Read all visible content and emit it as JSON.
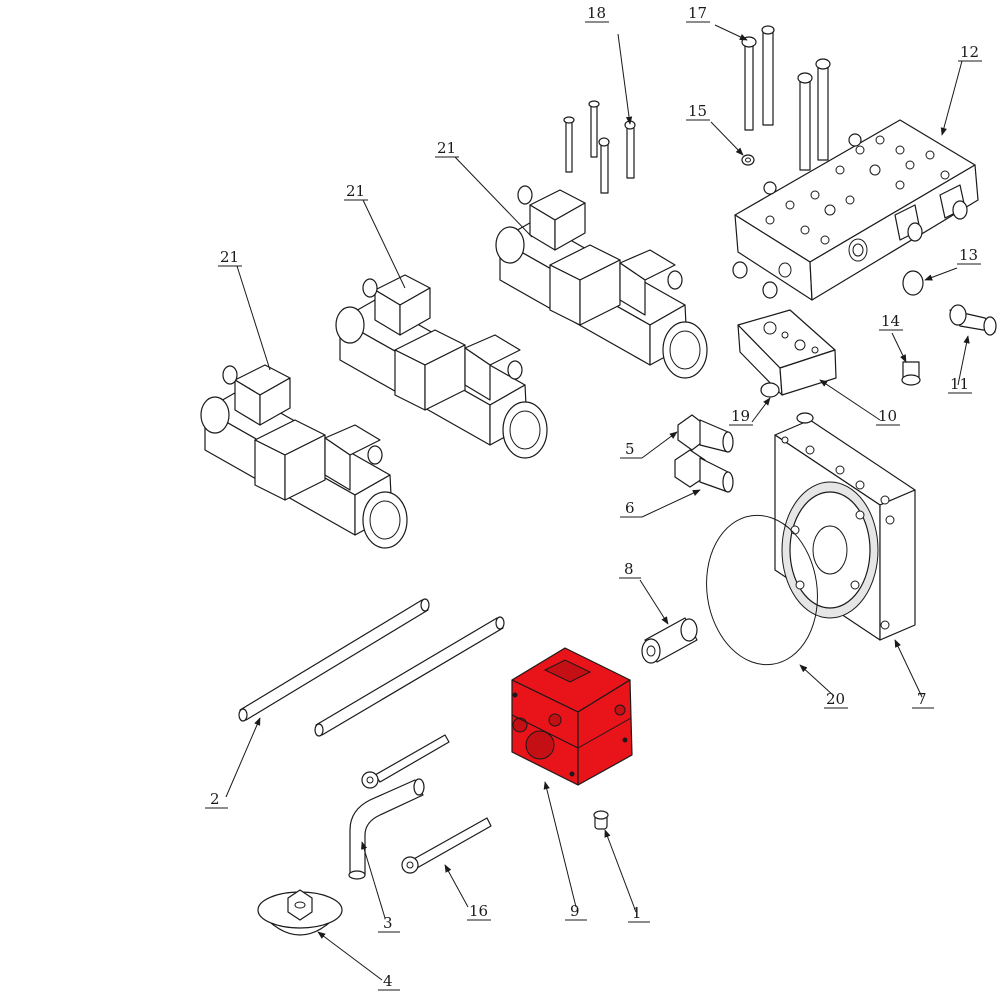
{
  "diagram": {
    "highlight_color": "#e8141a",
    "highlighted_part": "9",
    "callouts": [
      {
        "id": "c1",
        "label": "1"
      },
      {
        "id": "c2",
        "label": "2"
      },
      {
        "id": "c3",
        "label": "3"
      },
      {
        "id": "c4",
        "label": "4"
      },
      {
        "id": "c5",
        "label": "5"
      },
      {
        "id": "c6",
        "label": "6"
      },
      {
        "id": "c7",
        "label": "7"
      },
      {
        "id": "c8",
        "label": "8"
      },
      {
        "id": "c9",
        "label": "9"
      },
      {
        "id": "c10",
        "label": "10"
      },
      {
        "id": "c11",
        "label": "11"
      },
      {
        "id": "c12",
        "label": "12"
      },
      {
        "id": "c13",
        "label": "13"
      },
      {
        "id": "c14",
        "label": "14"
      },
      {
        "id": "c15",
        "label": "15"
      },
      {
        "id": "c16",
        "label": "16"
      },
      {
        "id": "c17",
        "label": "17"
      },
      {
        "id": "c18",
        "label": "18"
      },
      {
        "id": "c19",
        "label": "19"
      },
      {
        "id": "c20",
        "label": "20"
      },
      {
        "id": "c21a",
        "label": "21"
      },
      {
        "id": "c21b",
        "label": "21"
      },
      {
        "id": "c21c",
        "label": "21"
      }
    ]
  }
}
